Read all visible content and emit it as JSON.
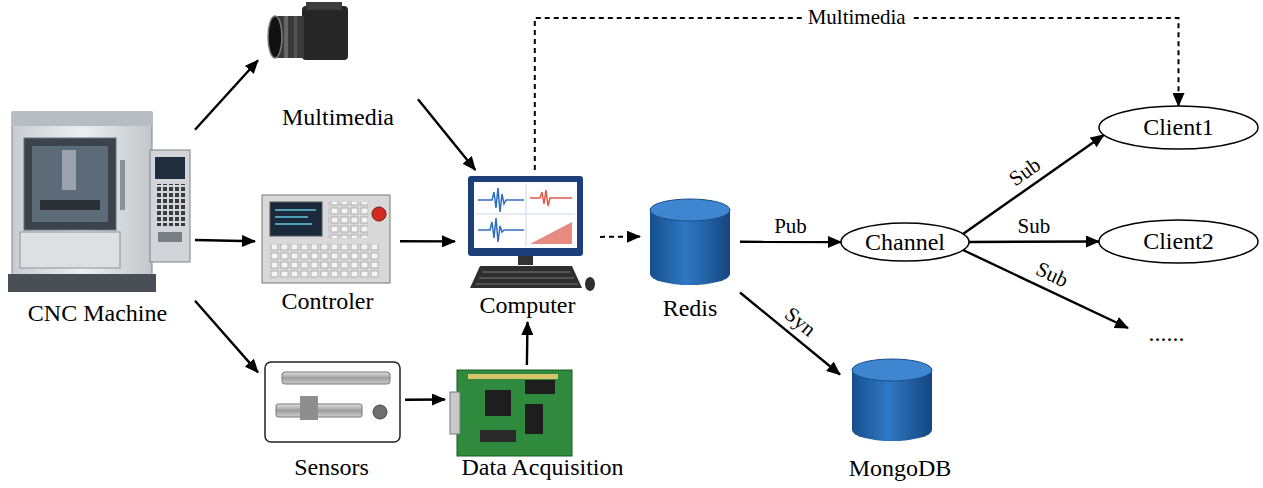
{
  "diagram": {
    "nodes": [
      {
        "text": [
          "CNC Machine"
        ]
      },
      {
        "text": [
          "Multimedia"
        ]
      },
      {
        "text": [
          "Controler"
        ]
      },
      {
        "text": [
          "Sensors"
        ]
      },
      {
        "text": [
          "Data Acquisition"
        ]
      },
      {
        "text": [
          "Computer"
        ]
      },
      {
        "text": [
          "Redis"
        ]
      },
      {
        "text": [
          "Channel"
        ]
      },
      {
        "text": [
          "Client1"
        ]
      },
      {
        "text": [
          "Client2"
        ]
      },
      {
        "text": [
          "......"
        ]
      },
      {
        "text": [
          "MongoDB"
        ]
      }
    ],
    "edges": [
      {
        "from": 0,
        "to": 1,
        "arrow": "to"
      },
      {
        "from": 0,
        "to": 2,
        "arrow": "to"
      },
      {
        "from": 0,
        "to": 3,
        "arrow": "to"
      },
      {
        "from": 1,
        "to": 5,
        "arrow": "to"
      },
      {
        "from": 2,
        "to": 5,
        "arrow": "to"
      },
      {
        "from": 3,
        "to": 4,
        "arrow": "to"
      },
      {
        "from": 4,
        "to": 5,
        "arrow": "to"
      },
      {
        "from": 5,
        "to": 6,
        "arrow": "to"
      },
      {
        "from": 5,
        "to": 8,
        "label": "Multimedia",
        "arrow": "to"
      },
      {
        "from": 6,
        "to": 7,
        "label": "Pub",
        "arrow": "to"
      },
      {
        "from": 7,
        "to": 8,
        "label": "Sub",
        "arrow": "to"
      },
      {
        "from": 7,
        "to": 9,
        "label": "Sub",
        "arrow": "to"
      },
      {
        "from": 7,
        "to": 10,
        "label": "Sub",
        "arrow": "to"
      },
      {
        "from": 6,
        "to": 11,
        "label": "Syn",
        "arrow": "to"
      }
    ]
  }
}
